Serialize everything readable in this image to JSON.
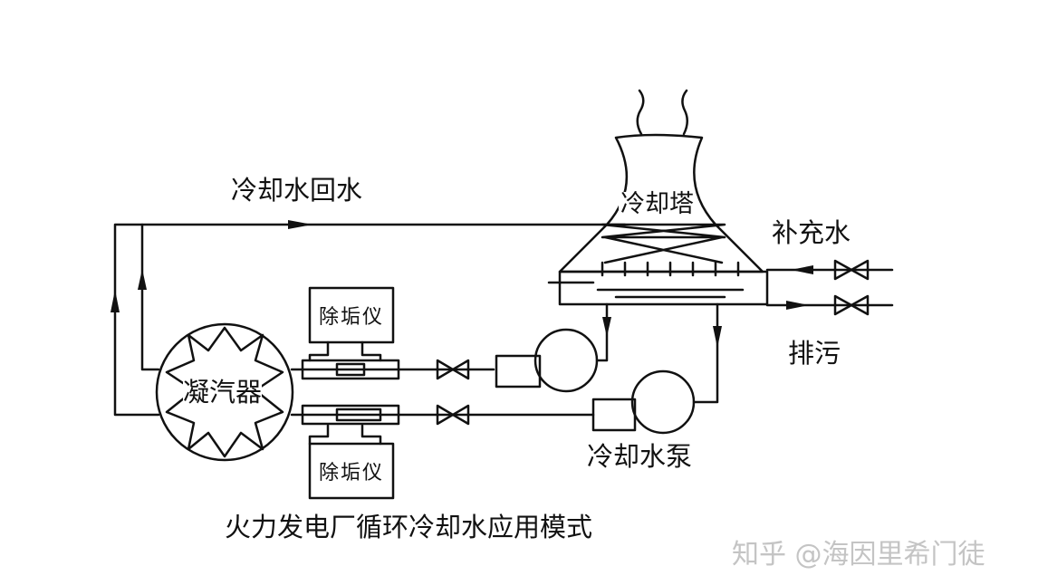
{
  "labels": {
    "return_water": "冷却水回水",
    "tower": "冷却塔",
    "makeup_water": "补充水",
    "blowdown": "排污",
    "condenser": "凝汽器",
    "descaler_top": "除垢仪",
    "descaler_bottom": "除垢仪",
    "pump": "冷却水泵"
  },
  "caption": "火力发电厂循环冷却水应用模式",
  "watermark": "知乎 @海因里希门徒",
  "colors": {
    "line": "#111111",
    "background": "#ffffff",
    "watermark": "#c4c4c4"
  }
}
